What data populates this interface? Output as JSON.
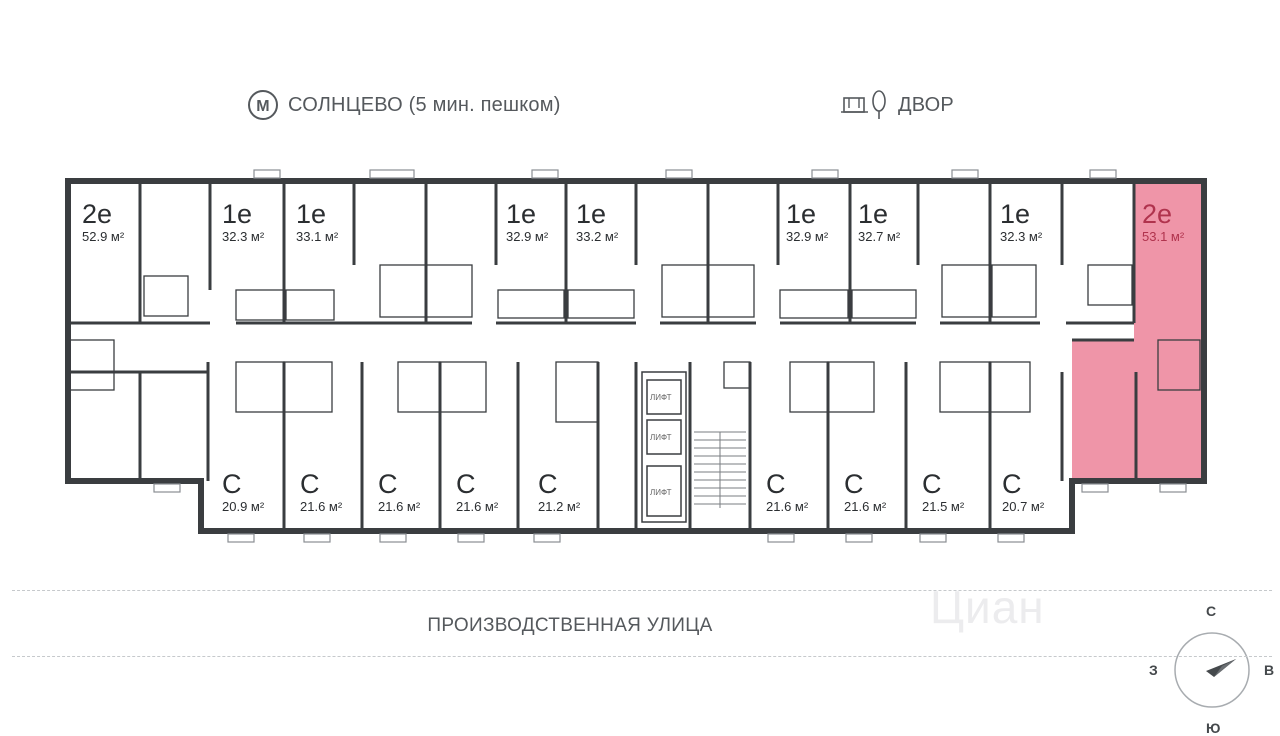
{
  "header": {
    "metro_label": "СОЛНЦЕВО (5 мин. пешком)",
    "metro_icon_letter": "M",
    "yard_label": "ДВОР"
  },
  "units_top": [
    {
      "type": "2e",
      "area": "52.9 м²"
    },
    {
      "type": "1e",
      "area": "32.3 м²"
    },
    {
      "type": "1e",
      "area": "33.1 м²"
    },
    {
      "type": "1e",
      "area": "32.9 м²"
    },
    {
      "type": "1e",
      "area": "33.2 м²"
    },
    {
      "type": "1e",
      "area": "32.9 м²"
    },
    {
      "type": "1e",
      "area": "32.7 м²"
    },
    {
      "type": "1e",
      "area": "32.3 м²"
    },
    {
      "type": "2e",
      "area": "53.1 м²",
      "selected": true
    }
  ],
  "units_bottom": [
    {
      "type": "С",
      "area": "20.9 м²"
    },
    {
      "type": "С",
      "area": "21.6 м²"
    },
    {
      "type": "С",
      "area": "21.6 м²"
    },
    {
      "type": "С",
      "area": "21.6 м²"
    },
    {
      "type": "С",
      "area": "21.2 м²"
    },
    {
      "type": "С",
      "area": "21.6 м²"
    },
    {
      "type": "С",
      "area": "21.6 м²"
    },
    {
      "type": "С",
      "area": "21.5 м²"
    },
    {
      "type": "С",
      "area": "20.7 м²"
    }
  ],
  "lift_label": "ЛИФТ",
  "street": "ПРОИЗВОДСТВЕННАЯ УЛИЦА",
  "compass": {
    "n": "С",
    "s": "Ю",
    "w": "З",
    "e": "В"
  },
  "watermark": "Циан",
  "colors": {
    "wall": "#3a3d40",
    "selected_fill": "#ef95a8",
    "selected_text": "#b0334d"
  }
}
